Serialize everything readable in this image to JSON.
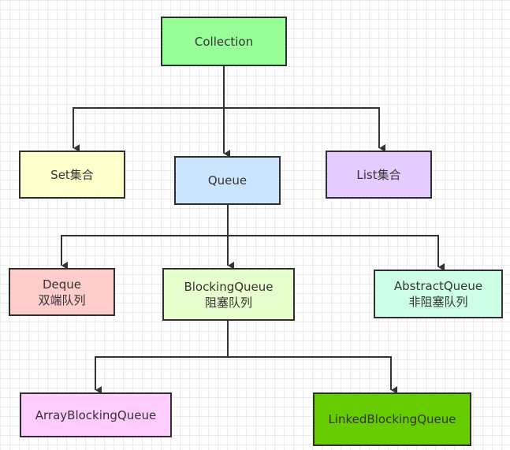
{
  "nodes": {
    "collection": {
      "label": "Collection",
      "fill": "#99FF99"
    },
    "set": {
      "label": "Set集合",
      "fill": "#FFFFCC"
    },
    "queue": {
      "label": "Queue",
      "fill": "#CCE5FF"
    },
    "list": {
      "label": "List集合",
      "fill": "#E5CCFF"
    },
    "deque": {
      "label": "Deque",
      "sublabel": "双端队列",
      "fill": "#FFCCCC"
    },
    "blocking_queue": {
      "label": "BlockingQueue",
      "sublabel": "阻塞队列",
      "fill": "#E6FFCC"
    },
    "abstract_queue": {
      "label": "AbstractQueue",
      "sublabel": "非阻塞队列",
      "fill": "#CCFFE6"
    },
    "array_blocking_queue": {
      "label": "ArrayBlockingQueue",
      "fill": "#FFCCFF"
    },
    "linked_blocking_queue": {
      "label": "LinkedBlockingQueue",
      "fill": "#66CC00"
    }
  },
  "edges": [
    {
      "from": "Collection",
      "to": "Set集合"
    },
    {
      "from": "Collection",
      "to": "Queue"
    },
    {
      "from": "Collection",
      "to": "List集合"
    },
    {
      "from": "Queue",
      "to": "Deque"
    },
    {
      "from": "Queue",
      "to": "BlockingQueue"
    },
    {
      "from": "Queue",
      "to": "AbstractQueue"
    },
    {
      "from": "BlockingQueue",
      "to": "ArrayBlockingQueue"
    },
    {
      "from": "BlockingQueue",
      "to": "LinkedBlockingQueue"
    }
  ],
  "colors": {
    "line": "#333333",
    "border": "#2f2f2f",
    "text": "#333333"
  }
}
